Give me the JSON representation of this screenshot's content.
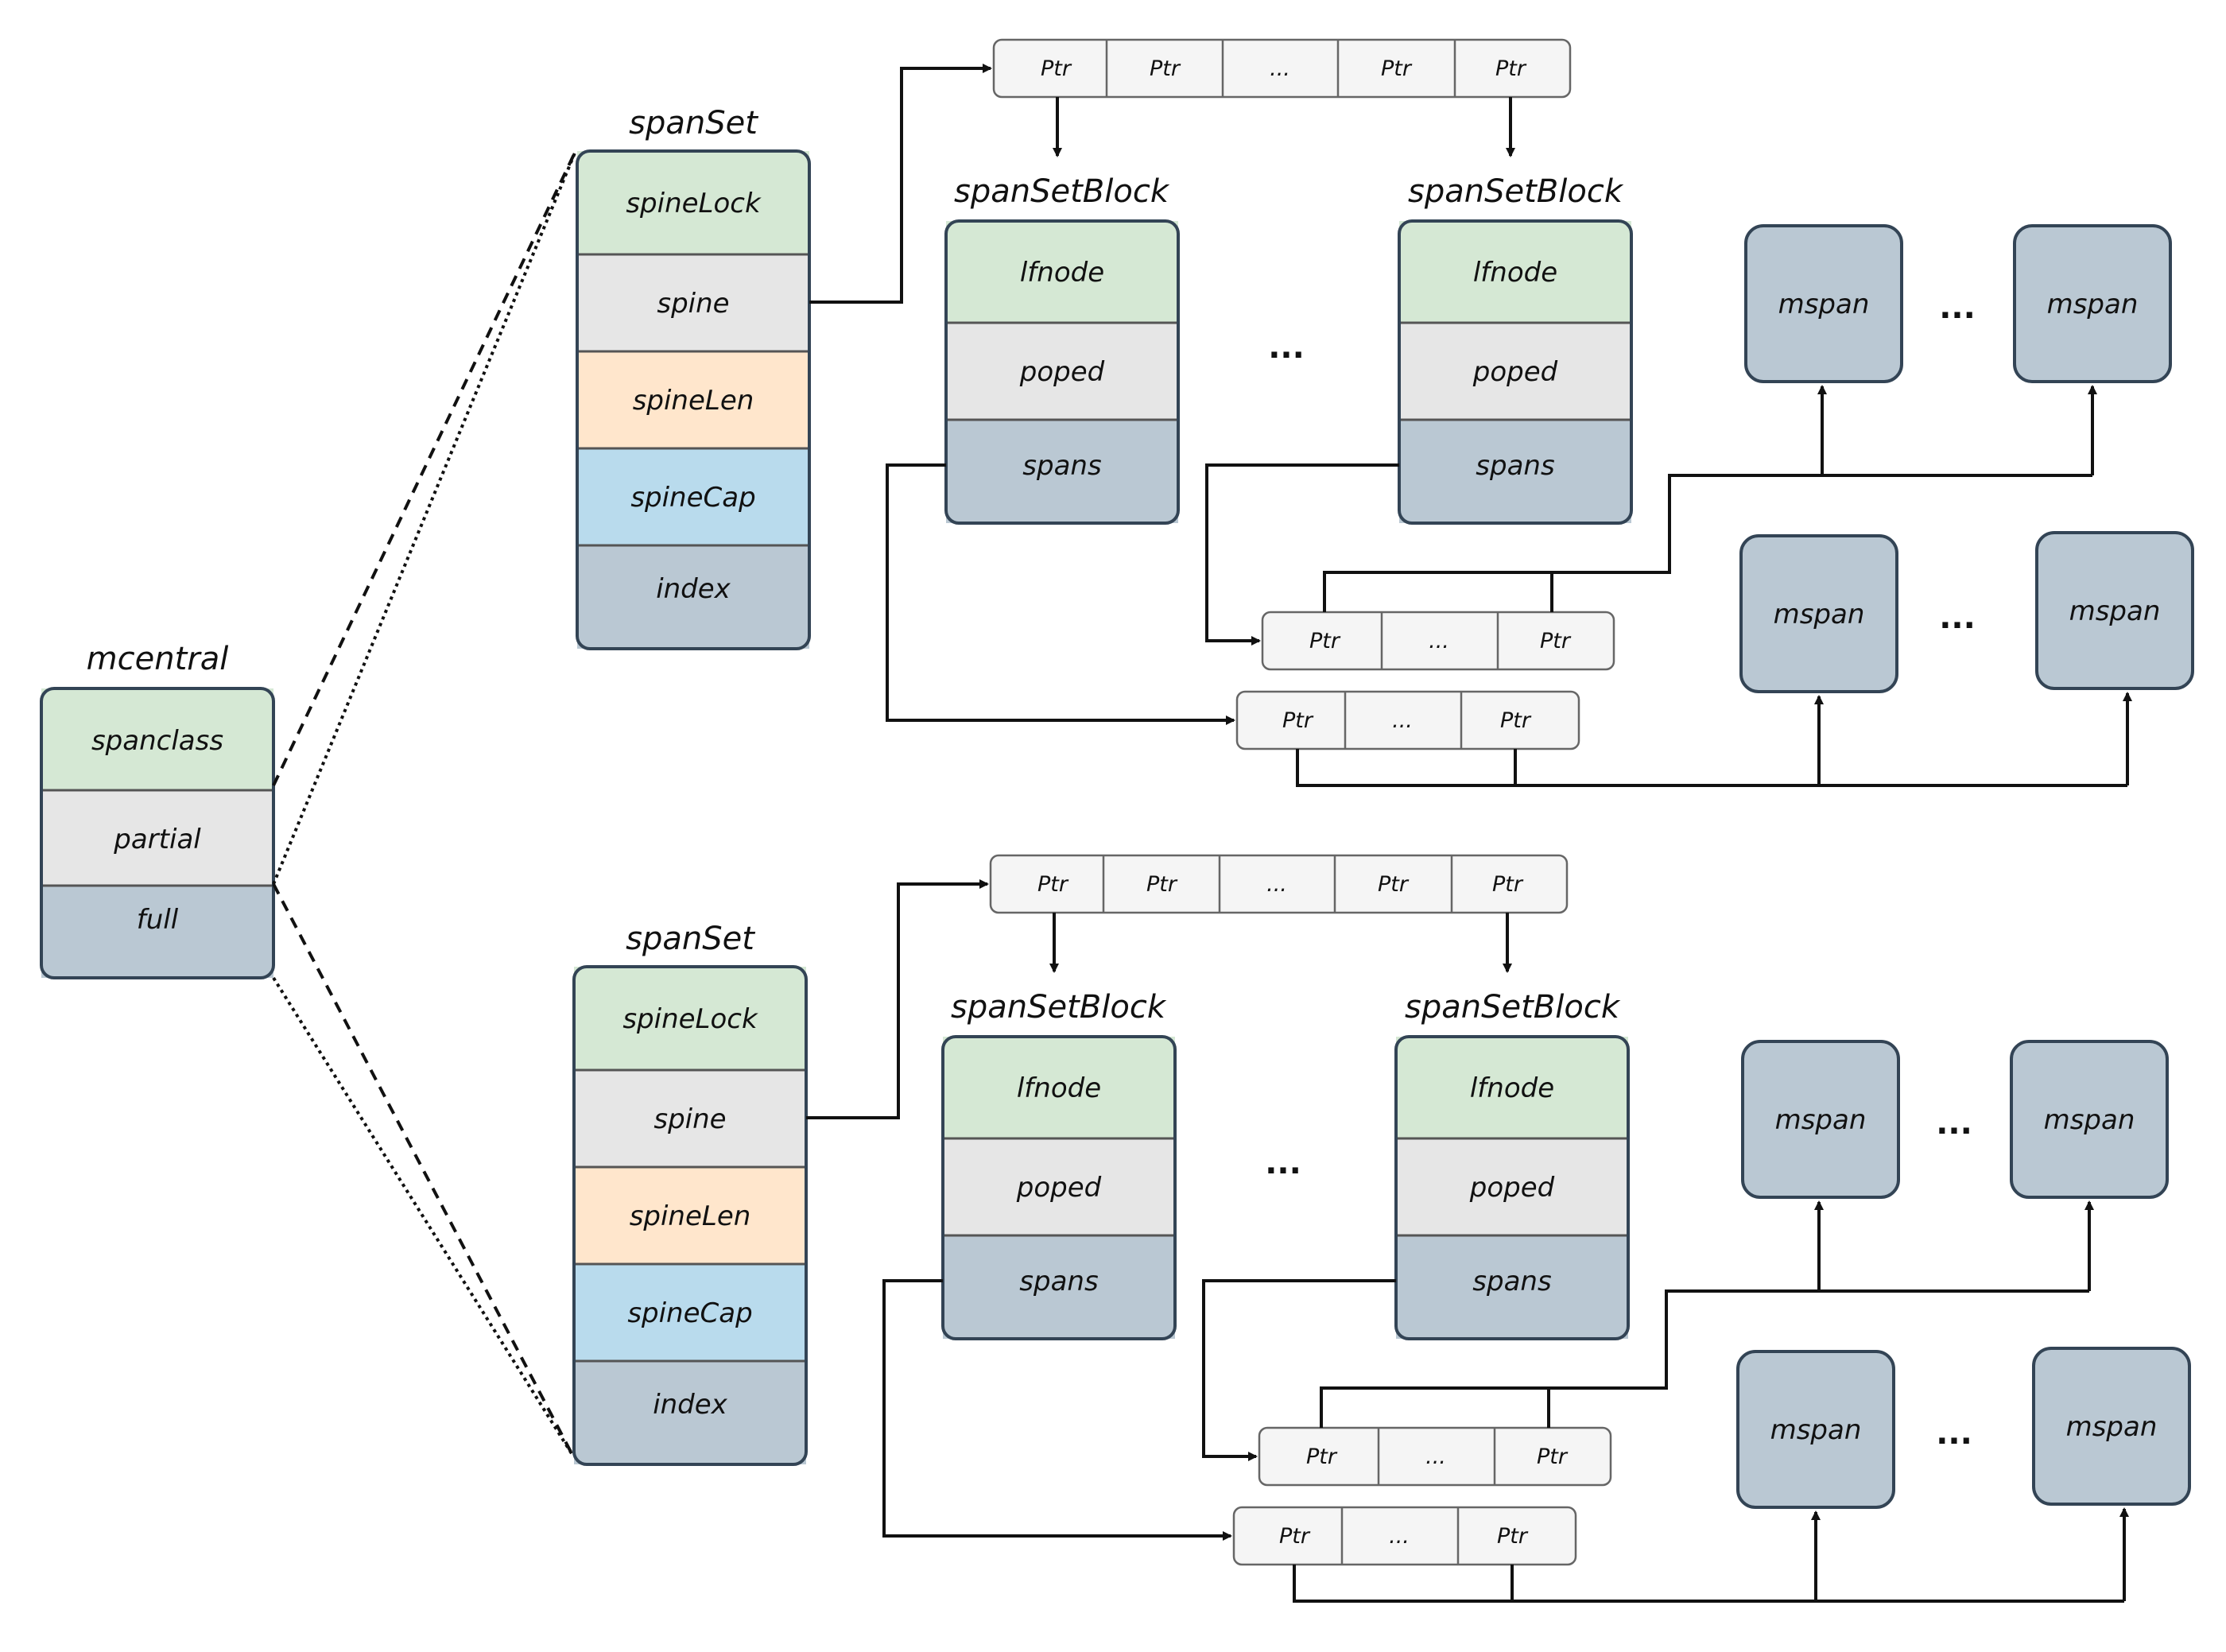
{
  "colors": {
    "green": "#d5e8d4",
    "grey": "#e6e6e6",
    "orange": "#ffe6cc",
    "blue": "#b9dbed",
    "slate": "#bac8d3",
    "ptr_fill": "#f5f5f5",
    "border": "#334455"
  },
  "mcentral": {
    "title": "mcentral",
    "fields": [
      "spanclass",
      "partial",
      "full"
    ]
  },
  "spanset_group": {
    "title": "spanSet",
    "fields": [
      "spineLock",
      "spine",
      "spineLen",
      "spineCap",
      "index"
    ],
    "spine_array": [
      "Ptr",
      "Ptr",
      "...",
      "Ptr",
      "Ptr"
    ],
    "block_title": "spanSetBlock",
    "block_fields": [
      "lfnode",
      "poped",
      "spans"
    ],
    "blocks_ellipsis": "...",
    "spans_array": [
      "Ptr",
      "...",
      "Ptr"
    ],
    "mspan_label": "mspan",
    "mspan_ellipsis": "..."
  }
}
